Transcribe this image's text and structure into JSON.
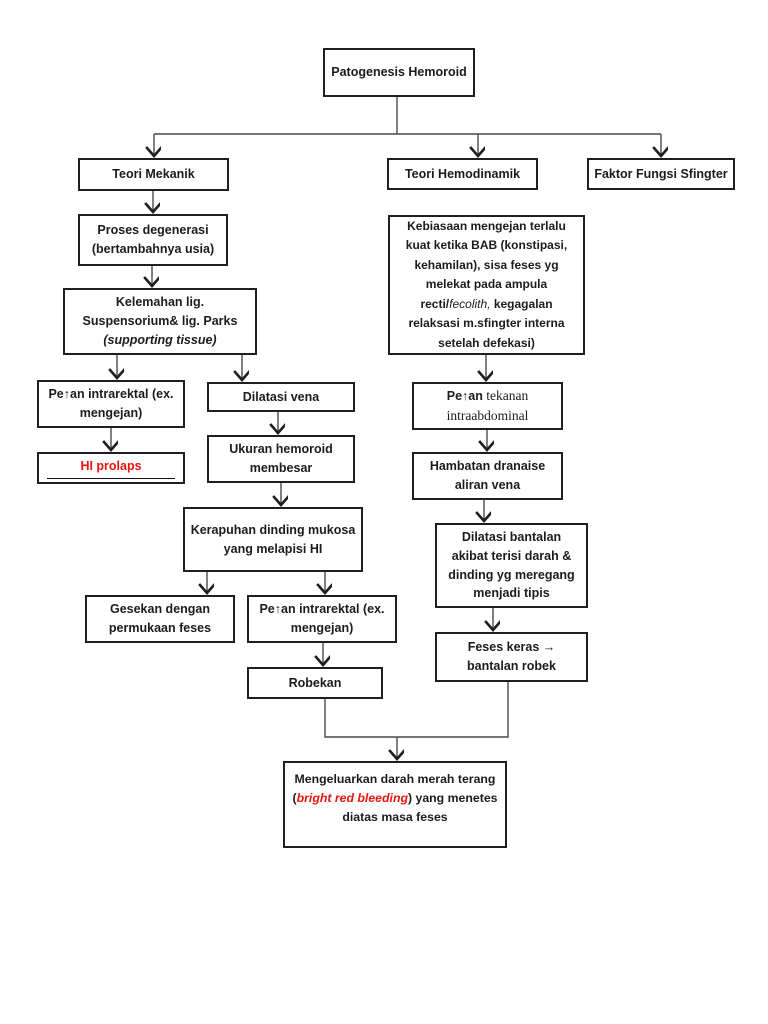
{
  "page": {
    "background": "#ffffff"
  },
  "colors": {
    "border": "#1f1f1f",
    "text": "#1c1c1c",
    "line": "#4a4a4a",
    "accent_red": "#e8150d"
  },
  "nodes": {
    "root": {
      "label": "Patogenesis Hemoroid"
    },
    "teori_mekanik": {
      "label": "Teori Mekanik"
    },
    "teori_hemodinamik": {
      "label": "Teori Hemodinamik"
    },
    "faktor_fungsi_sfingter": {
      "label": "Faktor Fungsi Sfingter"
    },
    "proses_degenerasi": {
      "lines": [
        "Proses degenerasi",
        "(bertambahnya usia)"
      ]
    },
    "kelemahan": {
      "lines": [
        "Kelemahan lig.",
        "Suspensorium& lig. Parks"
      ],
      "italic": "(supporting tissue)"
    },
    "petan_intrarektal_1": {
      "lines": [
        "Pe↑an intrarektal (ex.",
        "mengejan)"
      ]
    },
    "hi_prolaps": {
      "label": "HI prolaps"
    },
    "dilatasi_vena": {
      "label": "Dilatasi vena"
    },
    "ukuran_hemoroid": {
      "lines": [
        "Ukuran hemoroid",
        "membesar"
      ]
    },
    "kerapuhan": {
      "lines": [
        "Kerapuhan dinding mukosa",
        "yang melapisi HI"
      ]
    },
    "gesekan": {
      "lines": [
        "Gesekan dengan",
        "permukaan feses"
      ]
    },
    "petan_intrarektal_2": {
      "lines": [
        "Pe↑an intrarektal (ex.",
        "mengejan)"
      ]
    },
    "robekan": {
      "label": "Robekan"
    },
    "kebiasaan": {
      "part1": "Kebiasaan mengejan terlalu kuat ketika BAB (konstipasi, kehamilan), sisa feses yg melekat pada ampula recti/",
      "italic": "fecolith,",
      "part2": " kegagalan relaksasi m.sfingter interna setelah defekasi)"
    },
    "petan_tekanan": {
      "bold": "Pe↑an",
      "serif": " tekanan intraabdominal"
    },
    "hambatan": {
      "lines": [
        "Hambatan dranaise",
        "aliran vena"
      ]
    },
    "dilatasi_bantalan": {
      "lines": [
        "Dilatasi bantalan",
        "akibat terisi darah &",
        "dinding yg meregang",
        "menjadi tipis"
      ]
    },
    "feses_keras": {
      "lines": [
        "Feses keras →",
        "bantalan robek"
      ]
    },
    "mengeluarkan": {
      "part1": "Mengeluarkan darah merah terang (",
      "red_italic": "bright red bleeding",
      "part2": ") yang menetes diatas masa feses"
    }
  }
}
